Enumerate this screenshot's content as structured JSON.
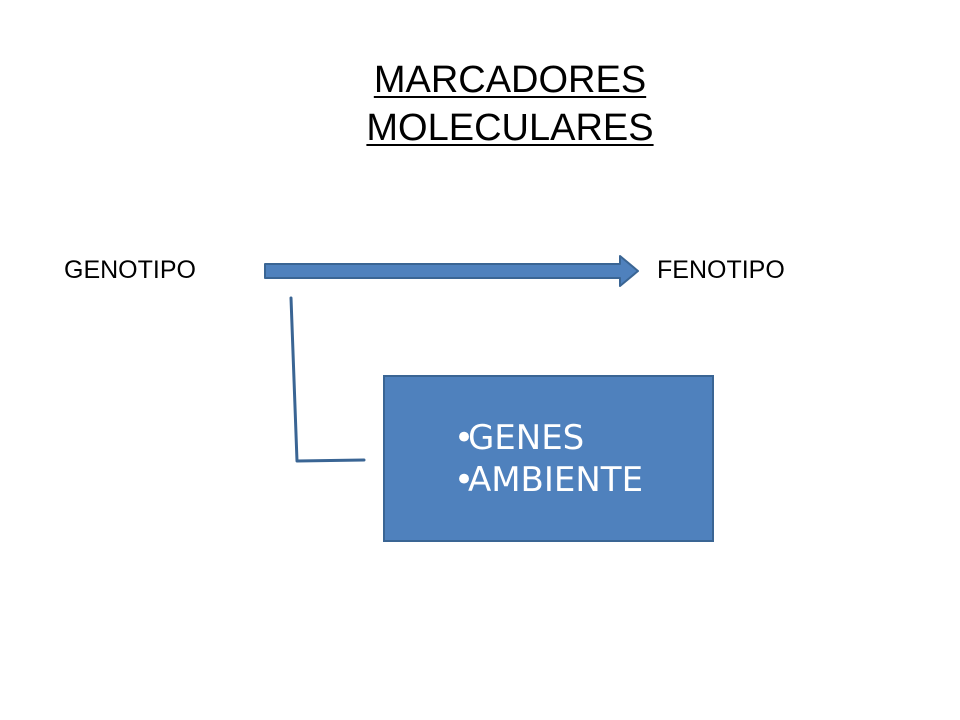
{
  "slide": {
    "title_line1": "MARCADORES",
    "title_line2": "MOLECULARES",
    "left_label": "GENOTIPO",
    "right_label": "FENOTIPO",
    "box_items": [
      "GENES",
      "AMBIENTE"
    ],
    "bullet_char": "•"
  },
  "colors": {
    "arrow_fill": "#4f81bd",
    "arrow_stroke": "#3a6594",
    "box_fill": "#4f81bd",
    "box_border": "#3a6594",
    "box_text": "#ffffff"
  }
}
